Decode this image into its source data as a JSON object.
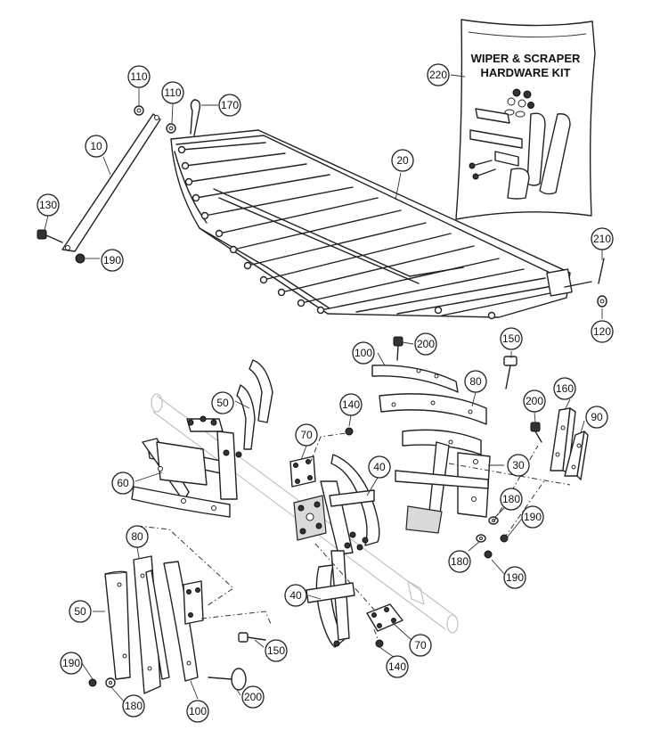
{
  "kit": {
    "title_line1": "WIPER & SCRAPER",
    "title_line2": "HARDWARE KIT"
  },
  "callouts": {
    "c10": "10",
    "c20": "20",
    "c30": "30",
    "c40a": "40",
    "c40b": "40",
    "c50a": "50",
    "c50b": "50",
    "c60": "60",
    "c70a": "70",
    "c70b": "70",
    "c80a": "80",
    "c80b": "80",
    "c90": "90",
    "c100a": "100",
    "c100b": "100",
    "c110a": "110",
    "c110b": "110",
    "c120": "120",
    "c130": "130",
    "c140a": "140",
    "c140b": "140",
    "c150a": "150",
    "c150b": "150",
    "c160": "160",
    "c170": "170",
    "c180a": "180",
    "c180b": "180",
    "c180c": "180",
    "c190a": "190",
    "c190b": "190",
    "c190c": "190",
    "c190d": "190",
    "c200a": "200",
    "c200b": "200",
    "c200c": "200",
    "c210": "210",
    "c220": "220"
  }
}
